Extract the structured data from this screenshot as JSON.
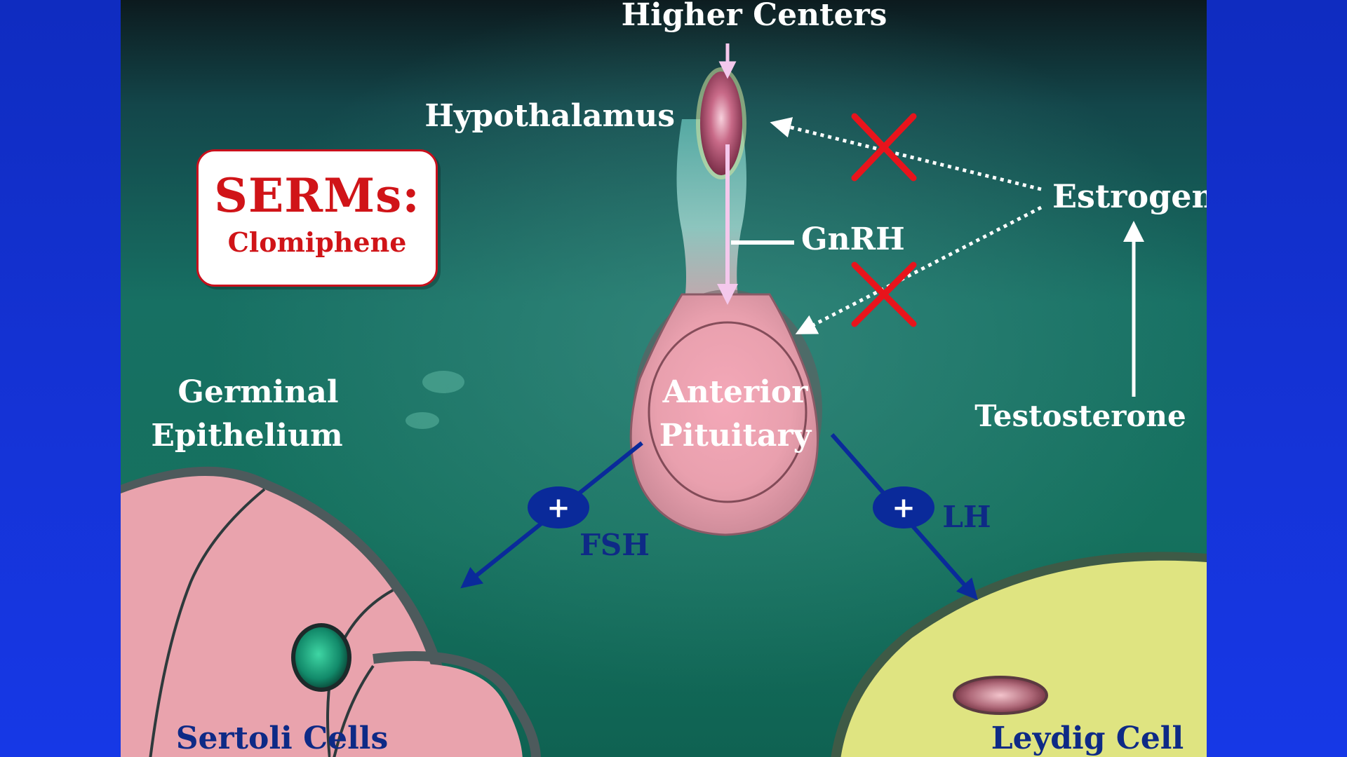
{
  "slide": {
    "labels": {
      "higher_centers": "Higher Centers",
      "hypothalamus": "Hypothalamus",
      "gnrh": "GnRH",
      "estrogen": "Estrogen",
      "testosterone": "Testosterone",
      "anterior_pituitary_line1": "Anterior",
      "anterior_pituitary_line2": "Pituitary",
      "germinal_epithelium_line1": "Germinal",
      "germinal_epithelium_line2": "Epithelium",
      "fsh": "FSH",
      "lh": "LH",
      "sertoli_cells": "Sertoli Cells",
      "leydig_cell": "Leydig Cell"
    },
    "plus_sign": "+",
    "serms_box": {
      "title": "SERMs:",
      "drug": "Clomiphene"
    }
  },
  "colors": {
    "side_bars": "#1432c8",
    "label_white": "#ffffff",
    "label_navy": "#0e2a86",
    "blocked_x": "#e8141c",
    "serms_red": "#d01418",
    "gnrh_arrow": "#f4c8ec",
    "hormone_arrow": "#0a2a9a"
  },
  "icons": {
    "block_marks": "red-x-icon",
    "stimulation": "plus-icon"
  }
}
